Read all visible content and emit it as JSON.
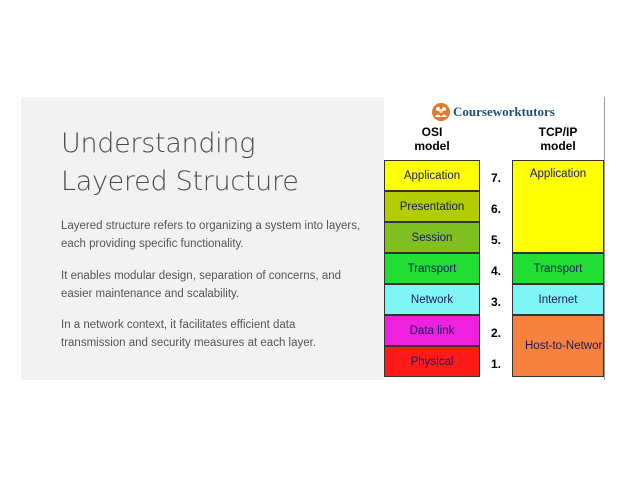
{
  "slide": {
    "title_line1": "Understanding",
    "title_line2": "Layered Structure",
    "paragraphs": [
      "Layered structure refers to organizing a system into layers, each providing specific functionality.",
      "It enables modular design, separation of concerns, and easier maintenance and scalability.",
      "In a network context, it facilitates efficient data transmission and security measures at each layer."
    ]
  },
  "diagram": {
    "logo_text": "Courseworktutors",
    "osi_header_line1": "OSI",
    "osi_header_line2": "model",
    "tcp_header_line1": "TCP/IP",
    "tcp_header_line2": "model",
    "osi_layers": [
      {
        "label": "Application",
        "number": "7.",
        "color": "#ffff00"
      },
      {
        "label": "Presentation",
        "number": "6.",
        "color": "#b2cc00"
      },
      {
        "label": "Session",
        "number": "5.",
        "color": "#7fbf1f"
      },
      {
        "label": "Transport",
        "number": "4.",
        "color": "#22dd33"
      },
      {
        "label": "Network",
        "number": "3.",
        "color": "#7ff5f5"
      },
      {
        "label": "Data link",
        "number": "2.",
        "color": "#ee22dd"
      },
      {
        "label": "Physical",
        "number": "1.",
        "color": "#ff1a1a"
      }
    ],
    "tcp_layers": [
      {
        "label": "Application",
        "color": "#ffff00"
      },
      {
        "label": "Transport",
        "color": "#22dd33"
      },
      {
        "label": "Internet",
        "color": "#7ff5f5"
      },
      {
        "label": "Host-to-Network",
        "color": "#f5813f"
      }
    ]
  }
}
